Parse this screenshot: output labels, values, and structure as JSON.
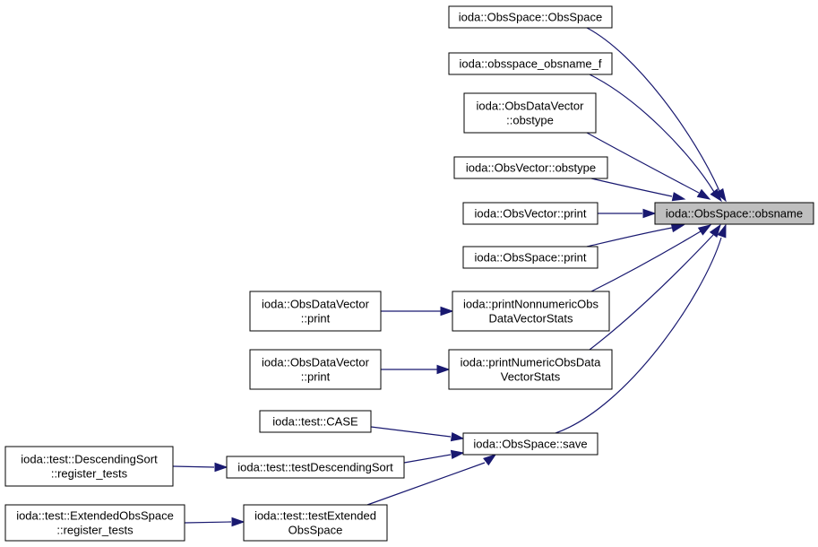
{
  "diagram": {
    "type": "call-graph",
    "nodes": [
      {
        "id": "n_obsname",
        "lines": [
          "ioda::ObsSpace::obsname"
        ],
        "highlight": true
      },
      {
        "id": "n_ctor",
        "lines": [
          "ioda::ObsSpace::ObsSpace"
        ]
      },
      {
        "id": "n_obsname_f",
        "lines": [
          "ioda::obsspace_obsname_f"
        ]
      },
      {
        "id": "n_dv_obstype",
        "lines": [
          "ioda::ObsDataVector",
          "::obstype"
        ]
      },
      {
        "id": "n_ov_obstype",
        "lines": [
          "ioda::ObsVector::obstype"
        ]
      },
      {
        "id": "n_ov_print",
        "lines": [
          "ioda::ObsVector::print"
        ]
      },
      {
        "id": "n_os_print",
        "lines": [
          "ioda::ObsSpace::print"
        ]
      },
      {
        "id": "n_nonnum",
        "lines": [
          "ioda::printNonnumericObs",
          "DataVectorStats"
        ]
      },
      {
        "id": "n_numeric",
        "lines": [
          "ioda::printNumericObsData",
          "VectorStats"
        ]
      },
      {
        "id": "n_dv_print1",
        "lines": [
          "ioda::ObsDataVector",
          "::print"
        ]
      },
      {
        "id": "n_dv_print2",
        "lines": [
          "ioda::ObsDataVector",
          "::print"
        ]
      },
      {
        "id": "n_save",
        "lines": [
          "ioda::ObsSpace::save"
        ]
      },
      {
        "id": "n_case",
        "lines": [
          "ioda::test::CASE"
        ]
      },
      {
        "id": "n_tds",
        "lines": [
          "ioda::test::testDescendingSort"
        ]
      },
      {
        "id": "n_tds_reg",
        "lines": [
          "ioda::test::DescendingSort",
          "::register_tests"
        ]
      },
      {
        "id": "n_teos",
        "lines": [
          "ioda::test::testExtended",
          "ObsSpace"
        ]
      },
      {
        "id": "n_teos_reg",
        "lines": [
          "ioda::test::ExtendedObsSpace",
          "::register_tests"
        ]
      }
    ],
    "edges": [
      {
        "from": "n_ctor",
        "to": "n_obsname"
      },
      {
        "from": "n_obsname_f",
        "to": "n_obsname"
      },
      {
        "from": "n_dv_obstype",
        "to": "n_obsname"
      },
      {
        "from": "n_ov_obstype",
        "to": "n_obsname"
      },
      {
        "from": "n_ov_print",
        "to": "n_obsname"
      },
      {
        "from": "n_os_print",
        "to": "n_obsname"
      },
      {
        "from": "n_nonnum",
        "to": "n_obsname"
      },
      {
        "from": "n_numeric",
        "to": "n_obsname"
      },
      {
        "from": "n_save",
        "to": "n_obsname"
      },
      {
        "from": "n_dv_print1",
        "to": "n_nonnum"
      },
      {
        "from": "n_dv_print2",
        "to": "n_numeric"
      },
      {
        "from": "n_case",
        "to": "n_save"
      },
      {
        "from": "n_tds",
        "to": "n_save"
      },
      {
        "from": "n_teos",
        "to": "n_save"
      },
      {
        "from": "n_tds_reg",
        "to": "n_tds"
      },
      {
        "from": "n_teos_reg",
        "to": "n_teos"
      }
    ],
    "colors": {
      "edge": "#191970",
      "node_border": "#000000",
      "node_fill": "#ffffff",
      "highlight_fill": "#bfbfbf"
    }
  }
}
